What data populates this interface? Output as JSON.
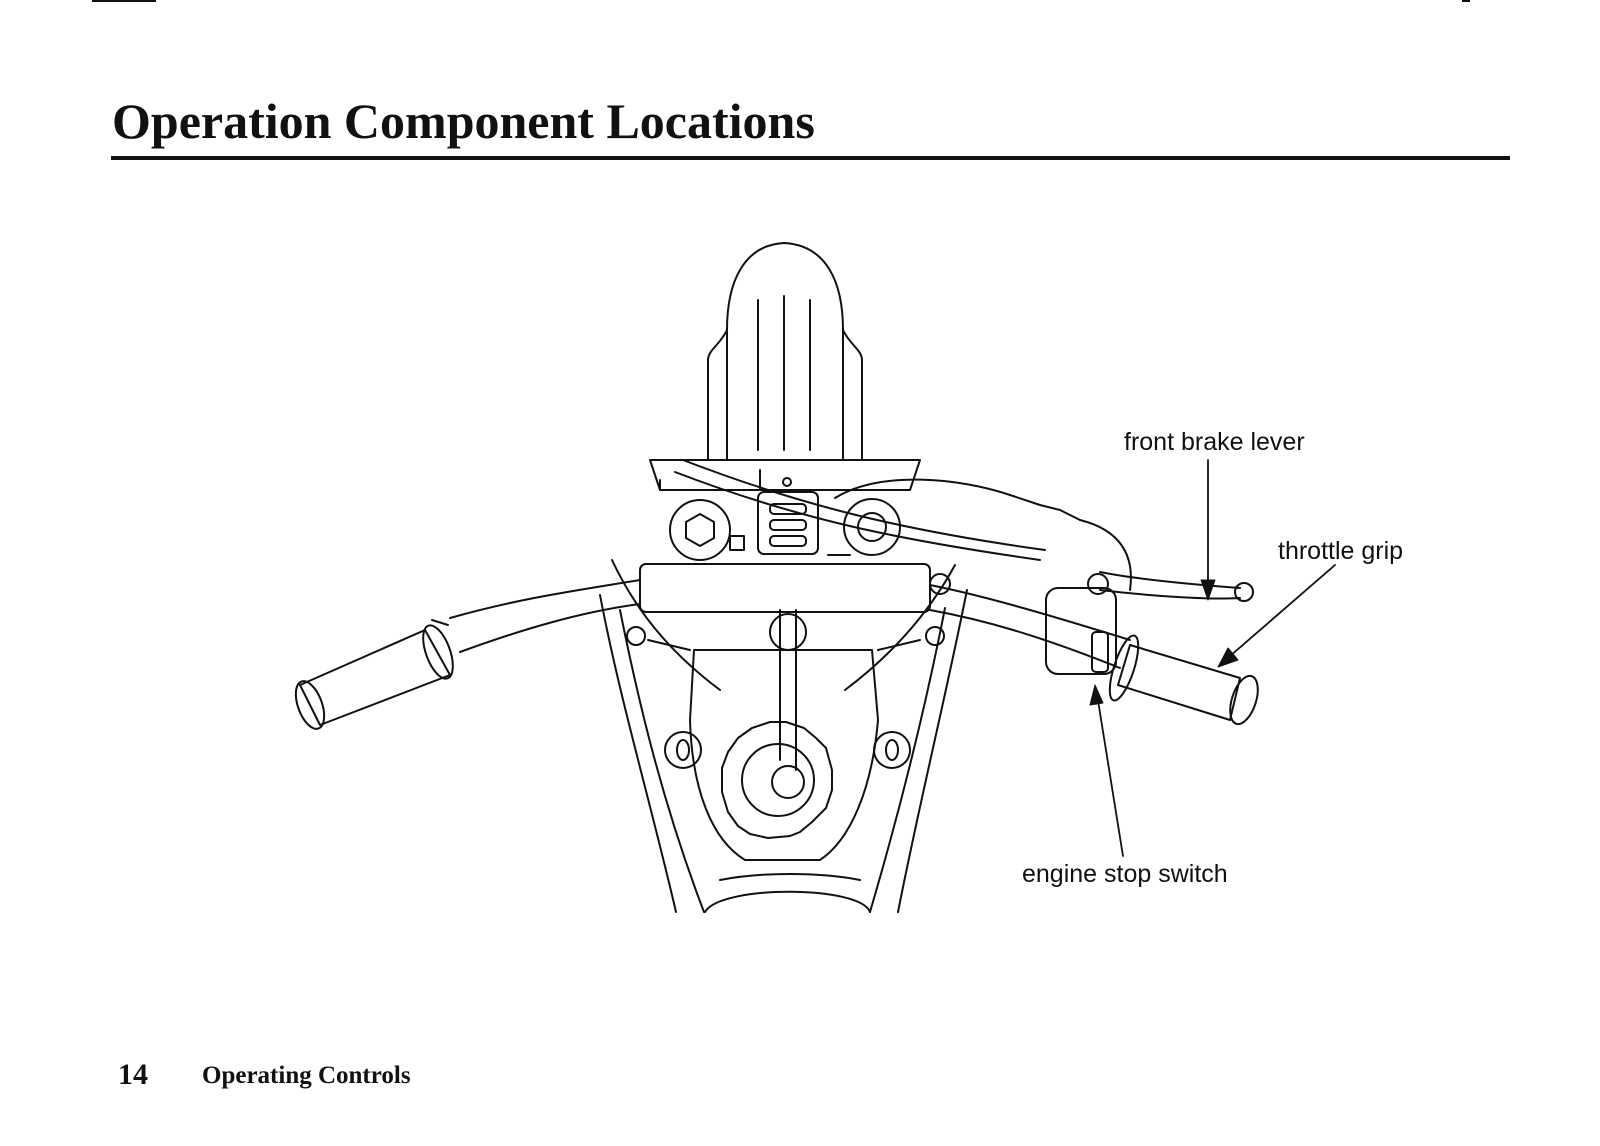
{
  "page": {
    "title": "Operation Component Locations",
    "page_number": "14",
    "section": "Operating Controls"
  },
  "diagram": {
    "labels": {
      "front_brake_lever": "front brake lever",
      "throttle_grip": "throttle grip",
      "engine_stop_switch": "engine stop switch"
    }
  }
}
